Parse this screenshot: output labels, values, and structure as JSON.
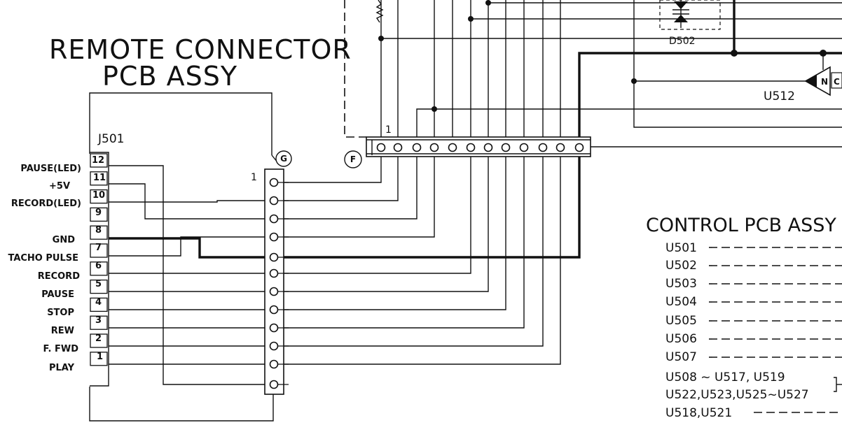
{
  "title": {
    "line1": "REMOTE CONNECTOR",
    "line2": "PCB ASSY"
  },
  "connector": {
    "ref": "J501",
    "pin_numbers": [
      "12",
      "11",
      "10",
      "9",
      "8",
      "7",
      "6",
      "5",
      "4",
      "3",
      "2",
      "1"
    ],
    "pin_labels": [
      "PAUSE(LED)",
      "+5V",
      "RECORD(LED)",
      "GND",
      "TACHO PULSE",
      "RECORD",
      "PAUSE",
      "STOP",
      "REW",
      "F. FWD",
      "PLAY"
    ]
  },
  "markers": {
    "g": "G",
    "f": "F",
    "pin1_left": "1",
    "pin1_right": "1"
  },
  "parts": {
    "d502": "D502",
    "u512": "U512",
    "n": "N",
    "c": "C"
  },
  "control": {
    "title": "CONTROL PCB ASSY",
    "rows": [
      "U501",
      "U502",
      "U503",
      "U504",
      "U505",
      "U506",
      "U507",
      "U508 ~ U517, U519",
      "U522,U523,U525~U527",
      "U518,U521"
    ]
  }
}
